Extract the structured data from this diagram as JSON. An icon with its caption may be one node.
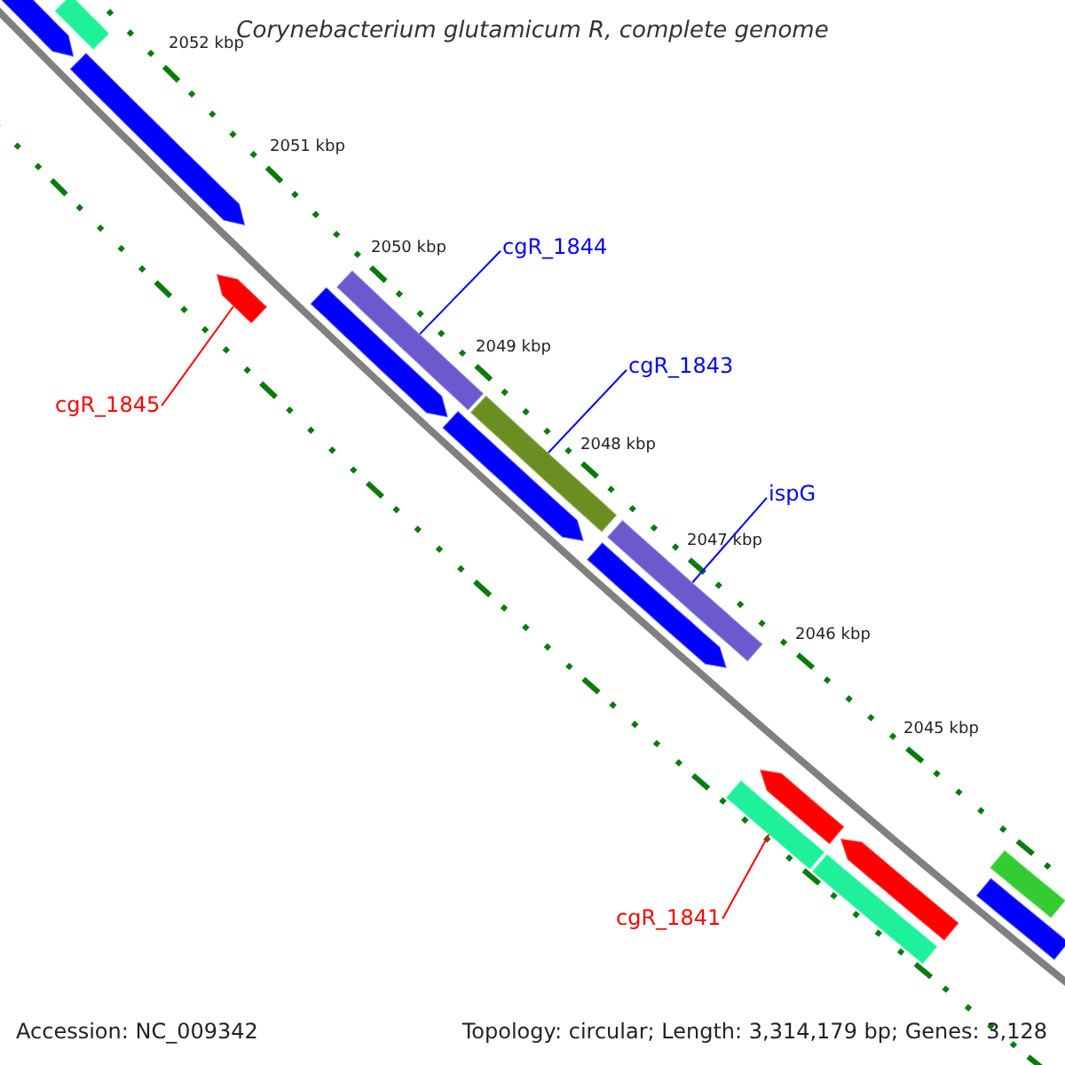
{
  "diagram": {
    "title": "Corynebacterium glutamicum R, complete genome",
    "nodes": [
      {
        "text": [
          "cgR_1844"
        ]
      },
      {
        "text": [],
        "shape": "bar"
      },
      {
        "text": [
          "cgR_1843"
        ]
      },
      {
        "text": [],
        "shape": "bar"
      },
      {
        "text": [
          "cgR_1845"
        ]
      },
      {
        "text": [],
        "shape": "arrow"
      },
      {
        "text": [
          "ispG"
        ]
      },
      {
        "text": [],
        "shape": "bar"
      },
      {
        "text": [
          "cgR_1841"
        ]
      },
      {
        "text": [],
        "shape": "bar"
      },
      {
        "text": [],
        "shape": "bar"
      },
      {
        "text": [],
        "shape": "arrow"
      },
      {
        "text": [],
        "shape": "arrow"
      },
      {
        "text": [],
        "shape": "arrow"
      },
      {
        "text": [],
        "shape": "arrow"
      },
      {
        "text": [],
        "shape": "arrow"
      },
      {
        "text": [],
        "shape": "arrow"
      },
      {
        "text": [],
        "shape": "arrow"
      },
      {
        "text": [],
        "shape": "bar"
      },
      {
        "text": [],
        "shape": "bar"
      },
      {
        "text": [],
        "shape": "bar"
      }
    ],
    "edges": [
      {
        "from": 0,
        "to": 1,
        "arrow": "none"
      },
      {
        "from": 2,
        "to": 3,
        "arrow": "none"
      },
      {
        "from": 4,
        "to": 5,
        "arrow": "none",
        "color": "#ff0000"
      },
      {
        "from": 6,
        "to": 7,
        "arrow": "none"
      },
      {
        "from": 8,
        "to": 9,
        "arrow": "none",
        "color": "#ff0000"
      }
    ],
    "labels": [
      "2052 kbp",
      "2051 kbp",
      "2050 kbp",
      "2049 kbp",
      "2048 kbp",
      "2047 kbp",
      "2046 kbp",
      "2045 kbp",
      "Accession: NC_009342",
      "Topology: circular; Length: 3,314,179 bp; Genes: 3,128"
    ]
  }
}
